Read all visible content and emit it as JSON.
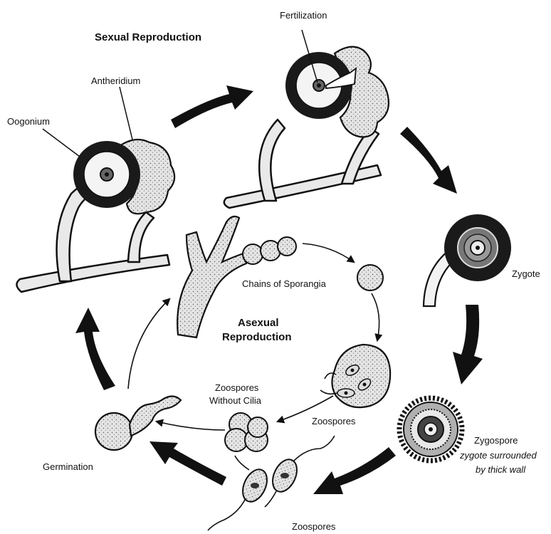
{
  "headings": {
    "sexual": "Sexual Reproduction",
    "asexual_line1": "Asexual",
    "asexual_line2": "Reproduction"
  },
  "labels": {
    "fertilization": "Fertilization",
    "antheridium": "Antheridium",
    "oogonium": "Oogonium",
    "zygote": "Zygote",
    "zygospore": "Zygospore",
    "zygospore_note1": "zygote surrounded",
    "zygospore_note2": "by thick wall",
    "zoospores_bottom": "Zoospores",
    "zoospores_mid": "Zoospores",
    "zoospores_without_cilia1": "Zoospores",
    "zoospores_without_cilia2": "Without Cilia",
    "germination": "Germination",
    "chains_of_sporangia": "Chains of Sporangia"
  },
  "colors": {
    "ink": "#111111",
    "fill_light": "#e9e9e9",
    "fill_dark": "#1a1a1a"
  }
}
